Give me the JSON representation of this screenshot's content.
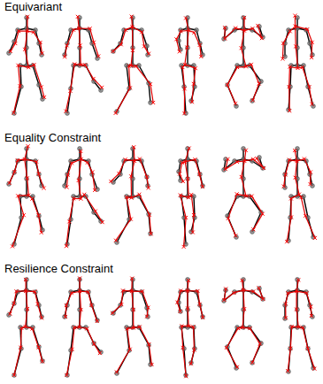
{
  "diagram": {
    "labels": [
      "Equivariant",
      "Equality Constraint",
      "Resilience Constraint"
    ]
  }
}
